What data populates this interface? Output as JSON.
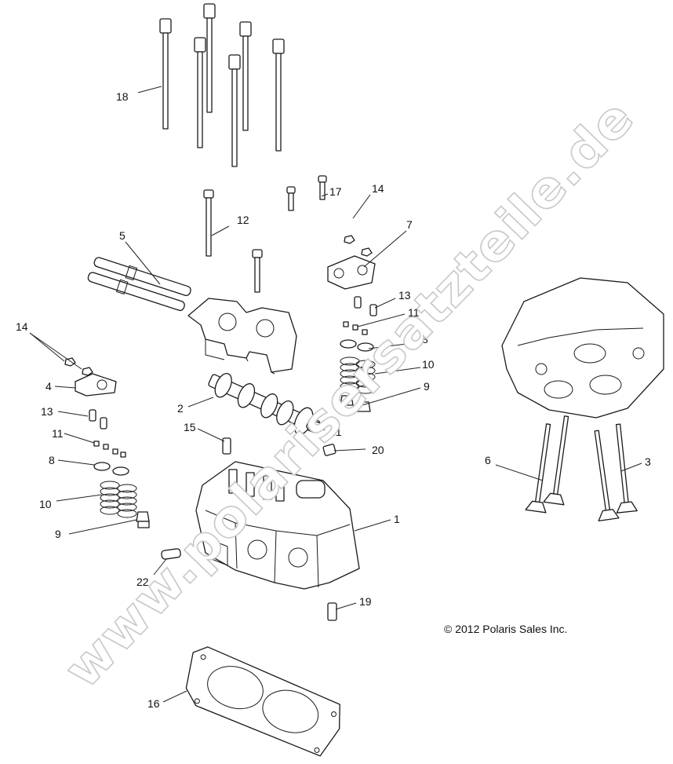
{
  "watermark": "www.polarisersatzteile.de",
  "copyright": "© 2012 Polaris Sales Inc.",
  "callouts": {
    "c1": "1",
    "c2": "2",
    "c3": "3",
    "c4": "4",
    "c5": "5",
    "c6": "6",
    "c7": "7",
    "c8a": "8",
    "c8b": "8",
    "c9a": "9",
    "c9b": "9",
    "c10a": "10",
    "c10b": "10",
    "c11a": "11",
    "c11b": "11",
    "c12": "12",
    "c13a": "13",
    "c13b": "13",
    "c14a": "14",
    "c14b": "14",
    "c15": "15",
    "c16": "16",
    "c17": "17",
    "c18": "18",
    "c19": "19",
    "c20": "20",
    "c21": "21",
    "c22": "22"
  }
}
